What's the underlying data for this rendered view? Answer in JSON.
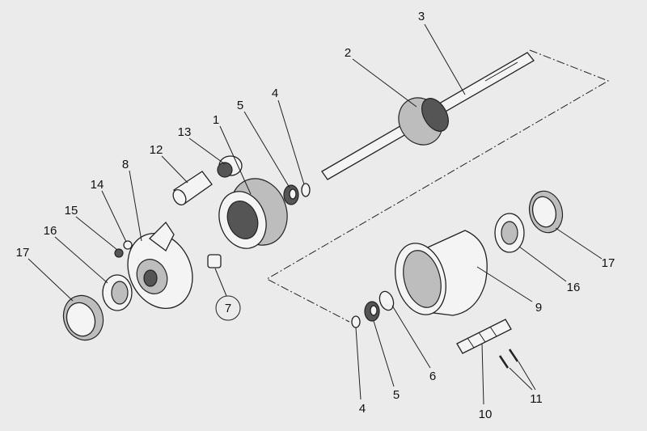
{
  "diagram": {
    "title": "Exploded parts view",
    "colors": {
      "background": "#ebebeb",
      "line": "#222222"
    },
    "labels": {
      "p1": "1",
      "p2": "2",
      "p3": "3",
      "p4a": "4",
      "p4b": "4",
      "p5a": "5",
      "p5b": "5",
      "p6": "6",
      "p7": "7",
      "p8": "8",
      "p9": "9",
      "p10": "10",
      "p11": "11",
      "p12": "12",
      "p13": "13",
      "p14": "14",
      "p15": "15",
      "p16a": "16",
      "p16b": "16",
      "p17a": "17",
      "p17b": "17"
    }
  }
}
